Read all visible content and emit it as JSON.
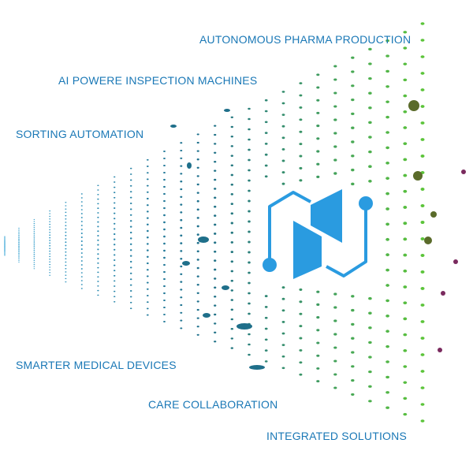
{
  "labels": [
    "AUTONOMOUS PHARMA PRODUCTION",
    "AI POWERE INSPECTION MACHINES",
    "SORTING AUTOMATION",
    "SMARTER MEDICAL DEVICES",
    "CARE COLLABORATION",
    "INTEGRATED SOLUTIONS"
  ],
  "colors": {
    "label_text": "#1a78b6",
    "logo_blue": "#2a9be0",
    "dots_start": "#3aa6d6",
    "dots_mid": "#1f6f8a",
    "dots_end": "#5cc43a",
    "outer_dots_olive": "#5a6b2a",
    "outer_dots_purple": "#7a2a5e"
  },
  "icons": {
    "logo": "hexagon-n-logo-icon",
    "background": "dot-tunnel-graphic"
  }
}
